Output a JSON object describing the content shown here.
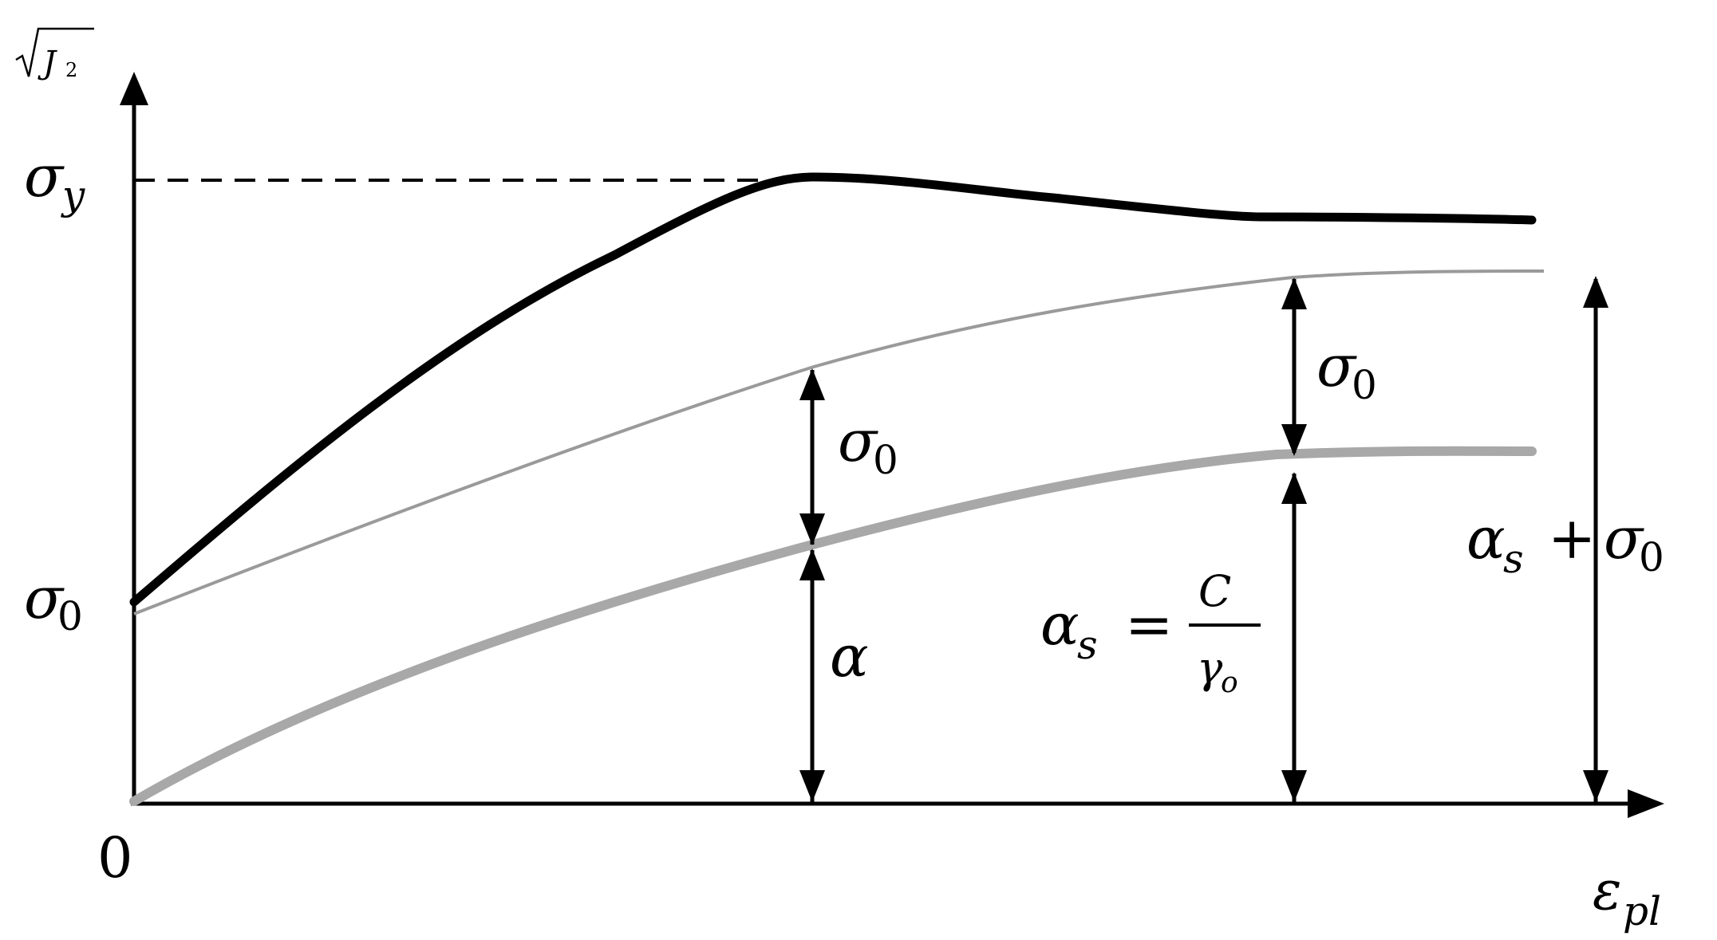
{
  "axes": {
    "y_label_root": "√",
    "y_label_var": "J",
    "y_label_sub": "2",
    "x_label_var": "ε",
    "x_label_sub": "pl",
    "origin_label": "0"
  },
  "tick_labels": {
    "sigma_y_base": "σ",
    "sigma_y_sub": "y",
    "sigma_0_base": "σ",
    "sigma_0_sub": "0"
  },
  "curves": [
    {
      "id": "total",
      "color": "#000000"
    },
    {
      "id": "upper",
      "color": "#9a9a9a"
    },
    {
      "id": "backstress",
      "color": "#a8a8a8"
    }
  ],
  "annotations": {
    "mid_sigma0_base": "σ",
    "mid_sigma0_sub": "0",
    "mid_alpha": "α",
    "right_sigma0_base": "σ",
    "right_sigma0_sub": "0",
    "alpha_s_base": "α",
    "alpha_s_sub": "s",
    "equals": "=",
    "frac_num": "C",
    "frac_den_base": "γ",
    "frac_den_sub": "o",
    "sum_alpha_base": "α",
    "sum_alpha_sub": "s",
    "plus": "+",
    "sum_sigma_base": "σ",
    "sum_sigma_sub": "0"
  }
}
